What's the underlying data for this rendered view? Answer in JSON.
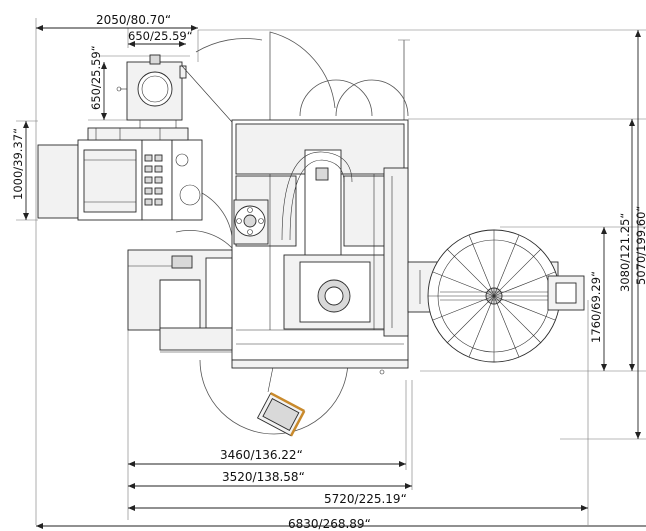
{
  "dimensions": {
    "width_total": "2050/80.70“",
    "width_unit": "650/25.59“",
    "height_unit": "650/25.59“",
    "height_cabinet": "1000/39.37“",
    "right_3080": "3080/121.25“",
    "right_5070": "5070/199.60“",
    "right_1760": "1760/69.29“",
    "bottom_3460": "3460/136.22“",
    "bottom_3520": "3520/138.58“",
    "bottom_5720": "5720/225.19“",
    "bottom_6830": "6830/268.89“"
  }
}
